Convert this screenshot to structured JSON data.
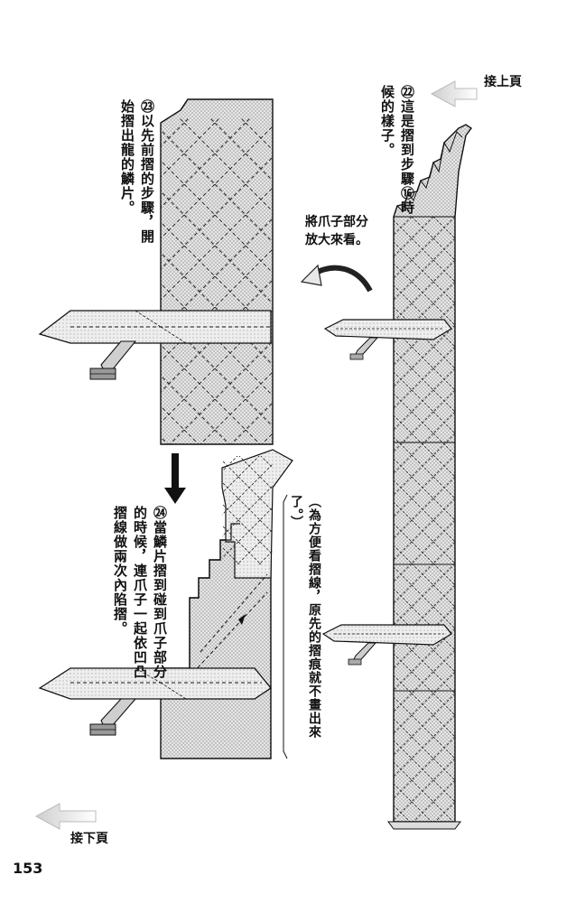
{
  "page_number": "153",
  "nav": {
    "prev_label": "接上頁",
    "next_label": "接下頁"
  },
  "steps": {
    "step22": {
      "text": "㉒這是摺到步驟⑯時候的樣子。"
    },
    "step23": {
      "text": "㉓以先前摺的步驟，開始摺出龍的鱗片。"
    },
    "step24": {
      "text": "㉔當鱗片摺到碰到爪子部分的時候，連爪子一起依凹凸摺線做兩次內陷摺。"
    }
  },
  "callout_zoom": {
    "text": "將爪子部分放大來看。"
  },
  "note": {
    "text": "（為方便看摺線，原先的摺痕就不畫出來了。）"
  }
}
